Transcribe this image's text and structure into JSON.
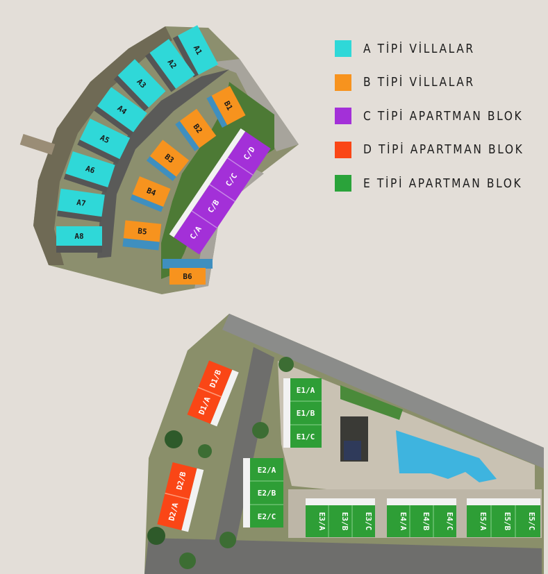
{
  "legend": [
    {
      "label": "A TİPİ VİLLALAR",
      "color": "#2fd8d8"
    },
    {
      "label": "B TİPİ VİLLALAR",
      "color": "#f7931e"
    },
    {
      "label": "C TİPİ APARTMAN BLOK",
      "color": "#a330d8"
    },
    {
      "label": "D TİPİ APARTMAN BLOK",
      "color": "#fa4616"
    },
    {
      "label": "E TİPİ APARTMAN BLOK",
      "color": "#2aa33a"
    }
  ],
  "villas_a": [
    "A1",
    "A2",
    "A3",
    "A4",
    "A5",
    "A6",
    "A7",
    "A8"
  ],
  "villas_b": [
    "B1",
    "B2",
    "B3",
    "B4",
    "B5",
    "B6"
  ],
  "blocks_c": [
    "C/A",
    "C/B",
    "C/C",
    "C/D"
  ],
  "blocks_d": [
    "D1/A",
    "D1/B",
    "D2/A",
    "D2/B"
  ],
  "blocks_e": [
    "E1/A",
    "E1/B",
    "E1/C",
    "E2/A",
    "E2/B",
    "E2/C",
    "E3/A",
    "E3/B",
    "E3/C",
    "E4/A",
    "E4/B",
    "E4/C",
    "E5/A",
    "E5/B",
    "E5/C"
  ]
}
